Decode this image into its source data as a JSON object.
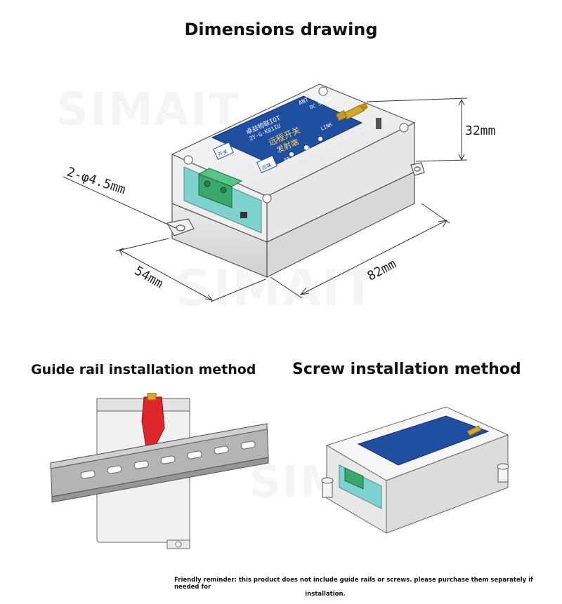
{
  "titles": {
    "main": "Dimensions drawing",
    "rail": "Guide rail installation method",
    "screw": "Screw installation method"
  },
  "watermark": "SIMAIT",
  "dimensions": {
    "height": "32mm",
    "length": "82mm",
    "width": "54mm",
    "holes": "2-φ4.5mm"
  },
  "device_labels": {
    "ant": "ANT",
    "model": "ZY-G-K01IU",
    "brand": "卓益物联IOT",
    "name_line1": "远程开关",
    "name_line2": "发射端",
    "power": "DC 5-30V",
    "link": "LINK",
    "sw": "SW",
    "fb": "FB",
    "badge_left": "开关",
    "badge_right": "远端"
  },
  "reminder": {
    "line1": "Friendly reminder: this product does not include guide rails or screws. please purchase them separately if needed for",
    "line2": "installation."
  },
  "colors": {
    "panel_blue": "#1f4fa0",
    "terminal_green": "#3aa86a",
    "pcb_teal": "#7fd3cf",
    "antenna_gold": "#d6a82a",
    "clip_red": "#e0252b",
    "rail_grey": "#b4b4b4"
  }
}
